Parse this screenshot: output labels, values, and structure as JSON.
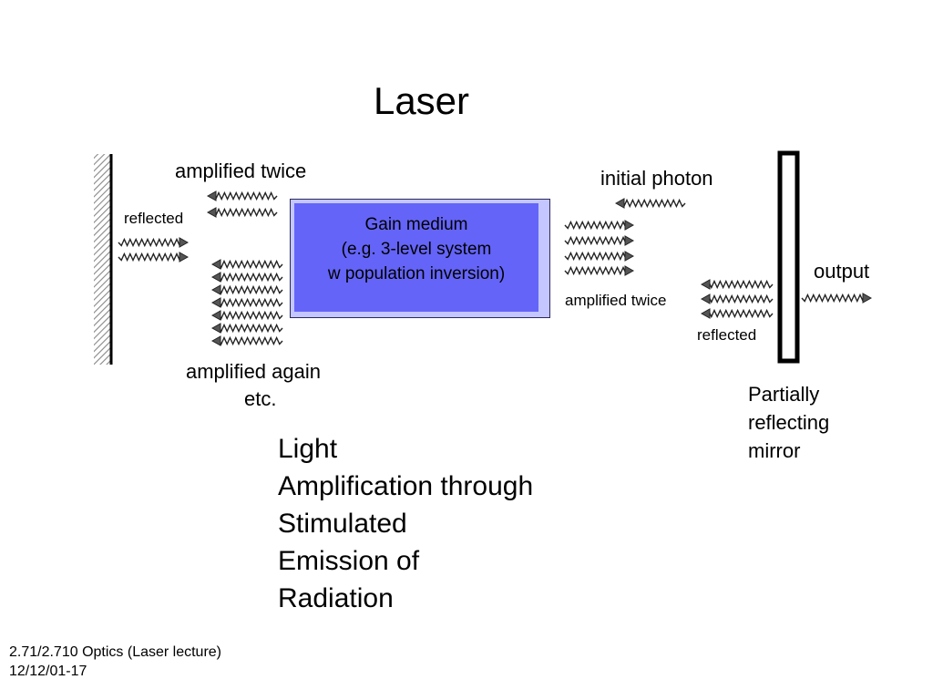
{
  "title": "Laser",
  "labels": {
    "amplified_twice_left": "amplified twice",
    "reflected_left": "reflected",
    "amplified_again": "amplified again",
    "etc": "etc.",
    "initial_photon": "initial photon",
    "amplified_twice_right": "amplified twice",
    "reflected_right": "reflected",
    "output": "output",
    "partial_mirror": [
      "Partially",
      "reflecting",
      "mirror"
    ]
  },
  "gain_medium": [
    "Gain medium",
    "(e.g. 3-level system",
    "w population inversion)"
  ],
  "acronym": [
    "Light",
    "Amplification through",
    "Stimulated",
    "Emission of",
    "Radiation"
  ],
  "footer": [
    "2.71/2.710 Optics (Laser lecture)",
    "12/12/01-17"
  ],
  "colors": {
    "gain_outer": "#c4c6ff",
    "gain_inner": "#6464f8"
  },
  "icons": [
    "photon-wave-icon",
    "back-mirror-icon",
    "partial-mirror-icon"
  ]
}
